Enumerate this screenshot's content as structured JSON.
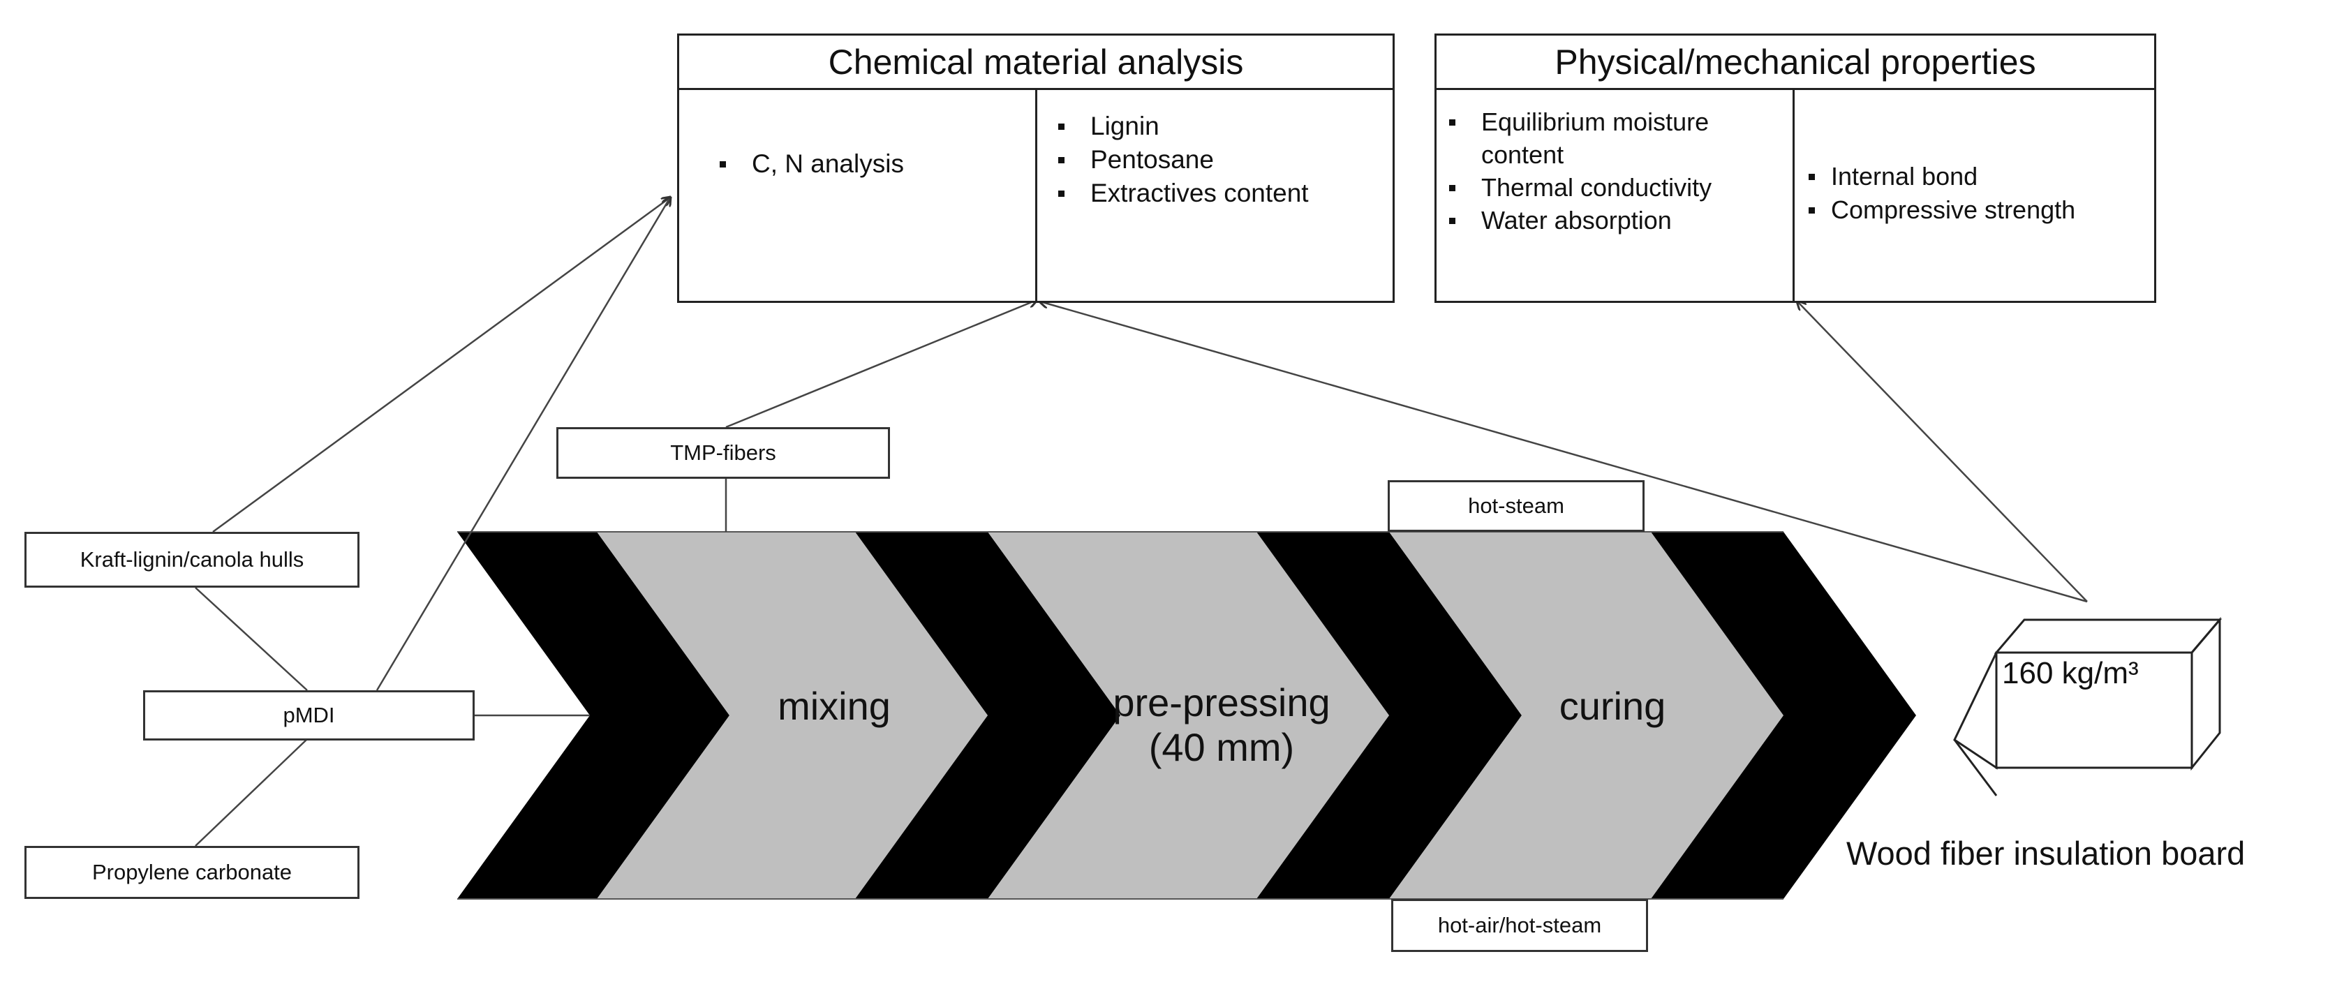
{
  "chemical": {
    "title": "Chemical material analysis",
    "left_items": [
      "C, N analysis"
    ],
    "right_items": [
      "Lignin",
      "Pentosane",
      "Extractives content"
    ]
  },
  "physical": {
    "title": "Physical/mechanical properties",
    "left_items": [
      "Equilibrium moisture content",
      "Thermal conductivity",
      "Water absorption"
    ],
    "right_items": [
      "Internal bond",
      "Compressive strength"
    ]
  },
  "inputs": {
    "tmp_fibers": "TMP-fibers",
    "kraft": "Kraft-lignin/canola hulls",
    "pmdi": "pMDI",
    "propylene": "Propylene carbonate",
    "hot_steam": "hot-steam",
    "hot_air_steam": "hot-air/hot-steam"
  },
  "stages": {
    "mixing": "mixing",
    "prepressing_line1": "pre-pressing",
    "prepressing_line2": "(40 mm)",
    "curing": "curing"
  },
  "product": {
    "density": "160 kg/m³",
    "caption": "Wood fiber insulation board"
  }
}
